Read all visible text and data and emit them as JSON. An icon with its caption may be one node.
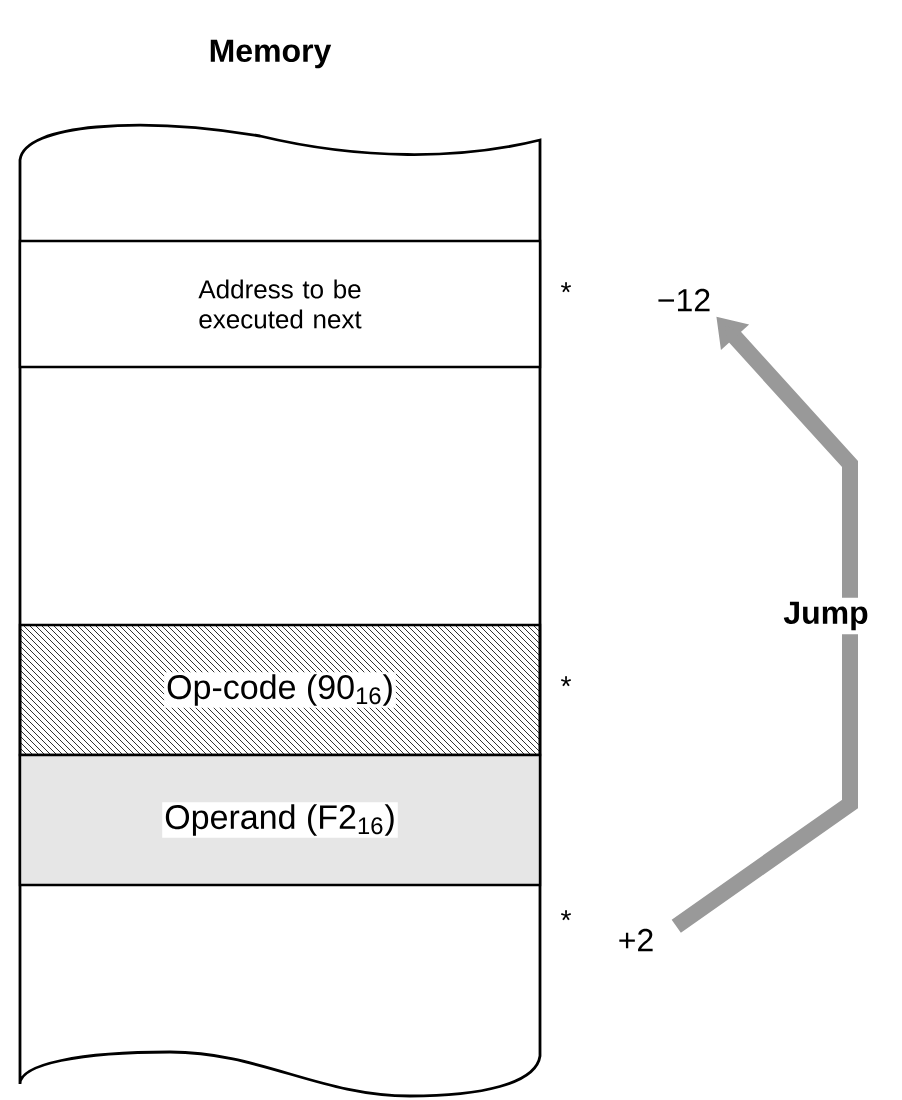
{
  "diagram": {
    "nodes": [
      {
        "text": [
          "Memory"
        ]
      },
      {
        "text": [
          "Address to be executed next"
        ],
        "in": 0
      },
      {
        "text": [
          "Op-code (90$_{16}$)"
        ],
        "in": 0
      },
      {
        "text": [
          "Operand (F2$_{16}$)"
        ],
        "in": 0
      },
      {
        "text": [
          "−12"
        ]
      },
      {
        "text": [
          "+2"
        ]
      }
    ],
    "edges": [
      {
        "from": 5,
        "to": 4,
        "arrow": "to",
        "label": "Jump"
      }
    ],
    "labels": [
      "*",
      "*",
      "*"
    ]
  }
}
